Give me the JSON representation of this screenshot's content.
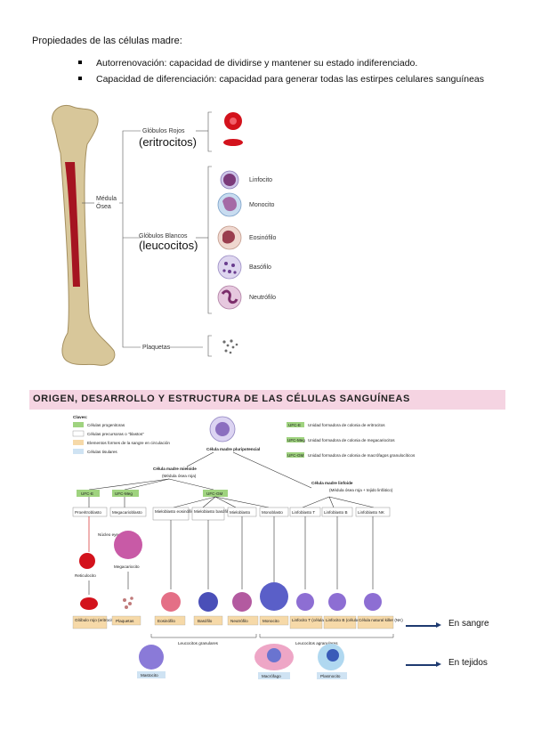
{
  "intro": "Propiedades de las células madre:",
  "bullets": [
    "Autorrenovación: capacidad de dividirse y mantener su estado indiferenciado.",
    "Capacidad de diferenciación: capacidad para generar todas las estirpes celulares sanguíneas"
  ],
  "bone_figure": {
    "marrow_label_1": "Médula",
    "marrow_label_2": "Ósea",
    "red_label": "Glóbulos Rojos",
    "red_big": "(eritrocitos)",
    "white_label": "Glóbulos Blancos",
    "white_big": "(leucocitos)",
    "platelets": "Plaquetas",
    "cells": [
      "Linfocito",
      "Monocito",
      "Eosinófilo",
      "Basófilo",
      "Neutrófilo"
    ]
  },
  "section_title": "ORIGEN, DESARROLLO Y ESTRUCTURA DE LAS CÉLULAS SANGUÍNEAS",
  "hema_figure": {
    "keys_title": "Claves:",
    "keys": [
      "Células progenitoras",
      "Células precursoras o \"blastos\"",
      "Elementos formes de la sangre en circulación",
      "Células tisulares"
    ],
    "cfu_defs": [
      {
        "code": "UFC-E",
        "text": "Unidad formadora de colonia de eritrocitos"
      },
      {
        "code": "UFC-Meg",
        "text": "Unidad formadora de colonia de megacariocitos"
      },
      {
        "code": "UFC-GM",
        "text": "Unidad formadora de colonia de macrófagos granulocíticos"
      }
    ],
    "stem": "Célula madre pluripotencial",
    "myeloid": "Célula madre mieloide",
    "myeloid_sub": "(Médula ósea roja)",
    "lymphoid": "Célula madre linfoide",
    "lymphoid_sub": "(Médula ósea roja + tejido linfático)",
    "cfu_e": "UFC-E",
    "cfu_meg": "UFC-Meg",
    "cfu_gm": "UFC-GM",
    "precursors": [
      "Proeritroblasto",
      "Megacarioblasto",
      "Mieloblasto eosinófilo",
      "Mieloblasto basófilo",
      "Mieloblasto",
      "Monoblasto",
      "Linfoblasto T",
      "Linfoblasto B",
      "Linfoblasto NK"
    ],
    "nucleus_ejected": "Núcleo eyectado",
    "reticulocyte": "Reticulocito",
    "megakaryocyte": "Megacariocito",
    "final_cells": [
      "Glóbulo rojo (eritrocito)",
      "Plaquetas",
      "Eosinófilo",
      "Basófilo",
      "Neutrófilo",
      "Monocito",
      "Linfocito T (célula T)",
      "Linfocito B (célula B)",
      "Célula natural killer (NK)"
    ],
    "granular": "Leucocitos granulares",
    "agranular": "Leucocitos agranulares",
    "tissue_cells": [
      "Mastocito",
      "Macrófago",
      "Plasmocito"
    ]
  },
  "side_labels": {
    "blood": "En sangre",
    "tissue": "En tejidos"
  },
  "colors": {
    "banner": "#f5d4e2",
    "arrow": "#1e3a70",
    "bone": "#d8c79a",
    "marrow": "#a51421",
    "progenitor": "#9fd37f",
    "circulating": "#f6d9a8",
    "tissue": "#cfe3f3"
  }
}
